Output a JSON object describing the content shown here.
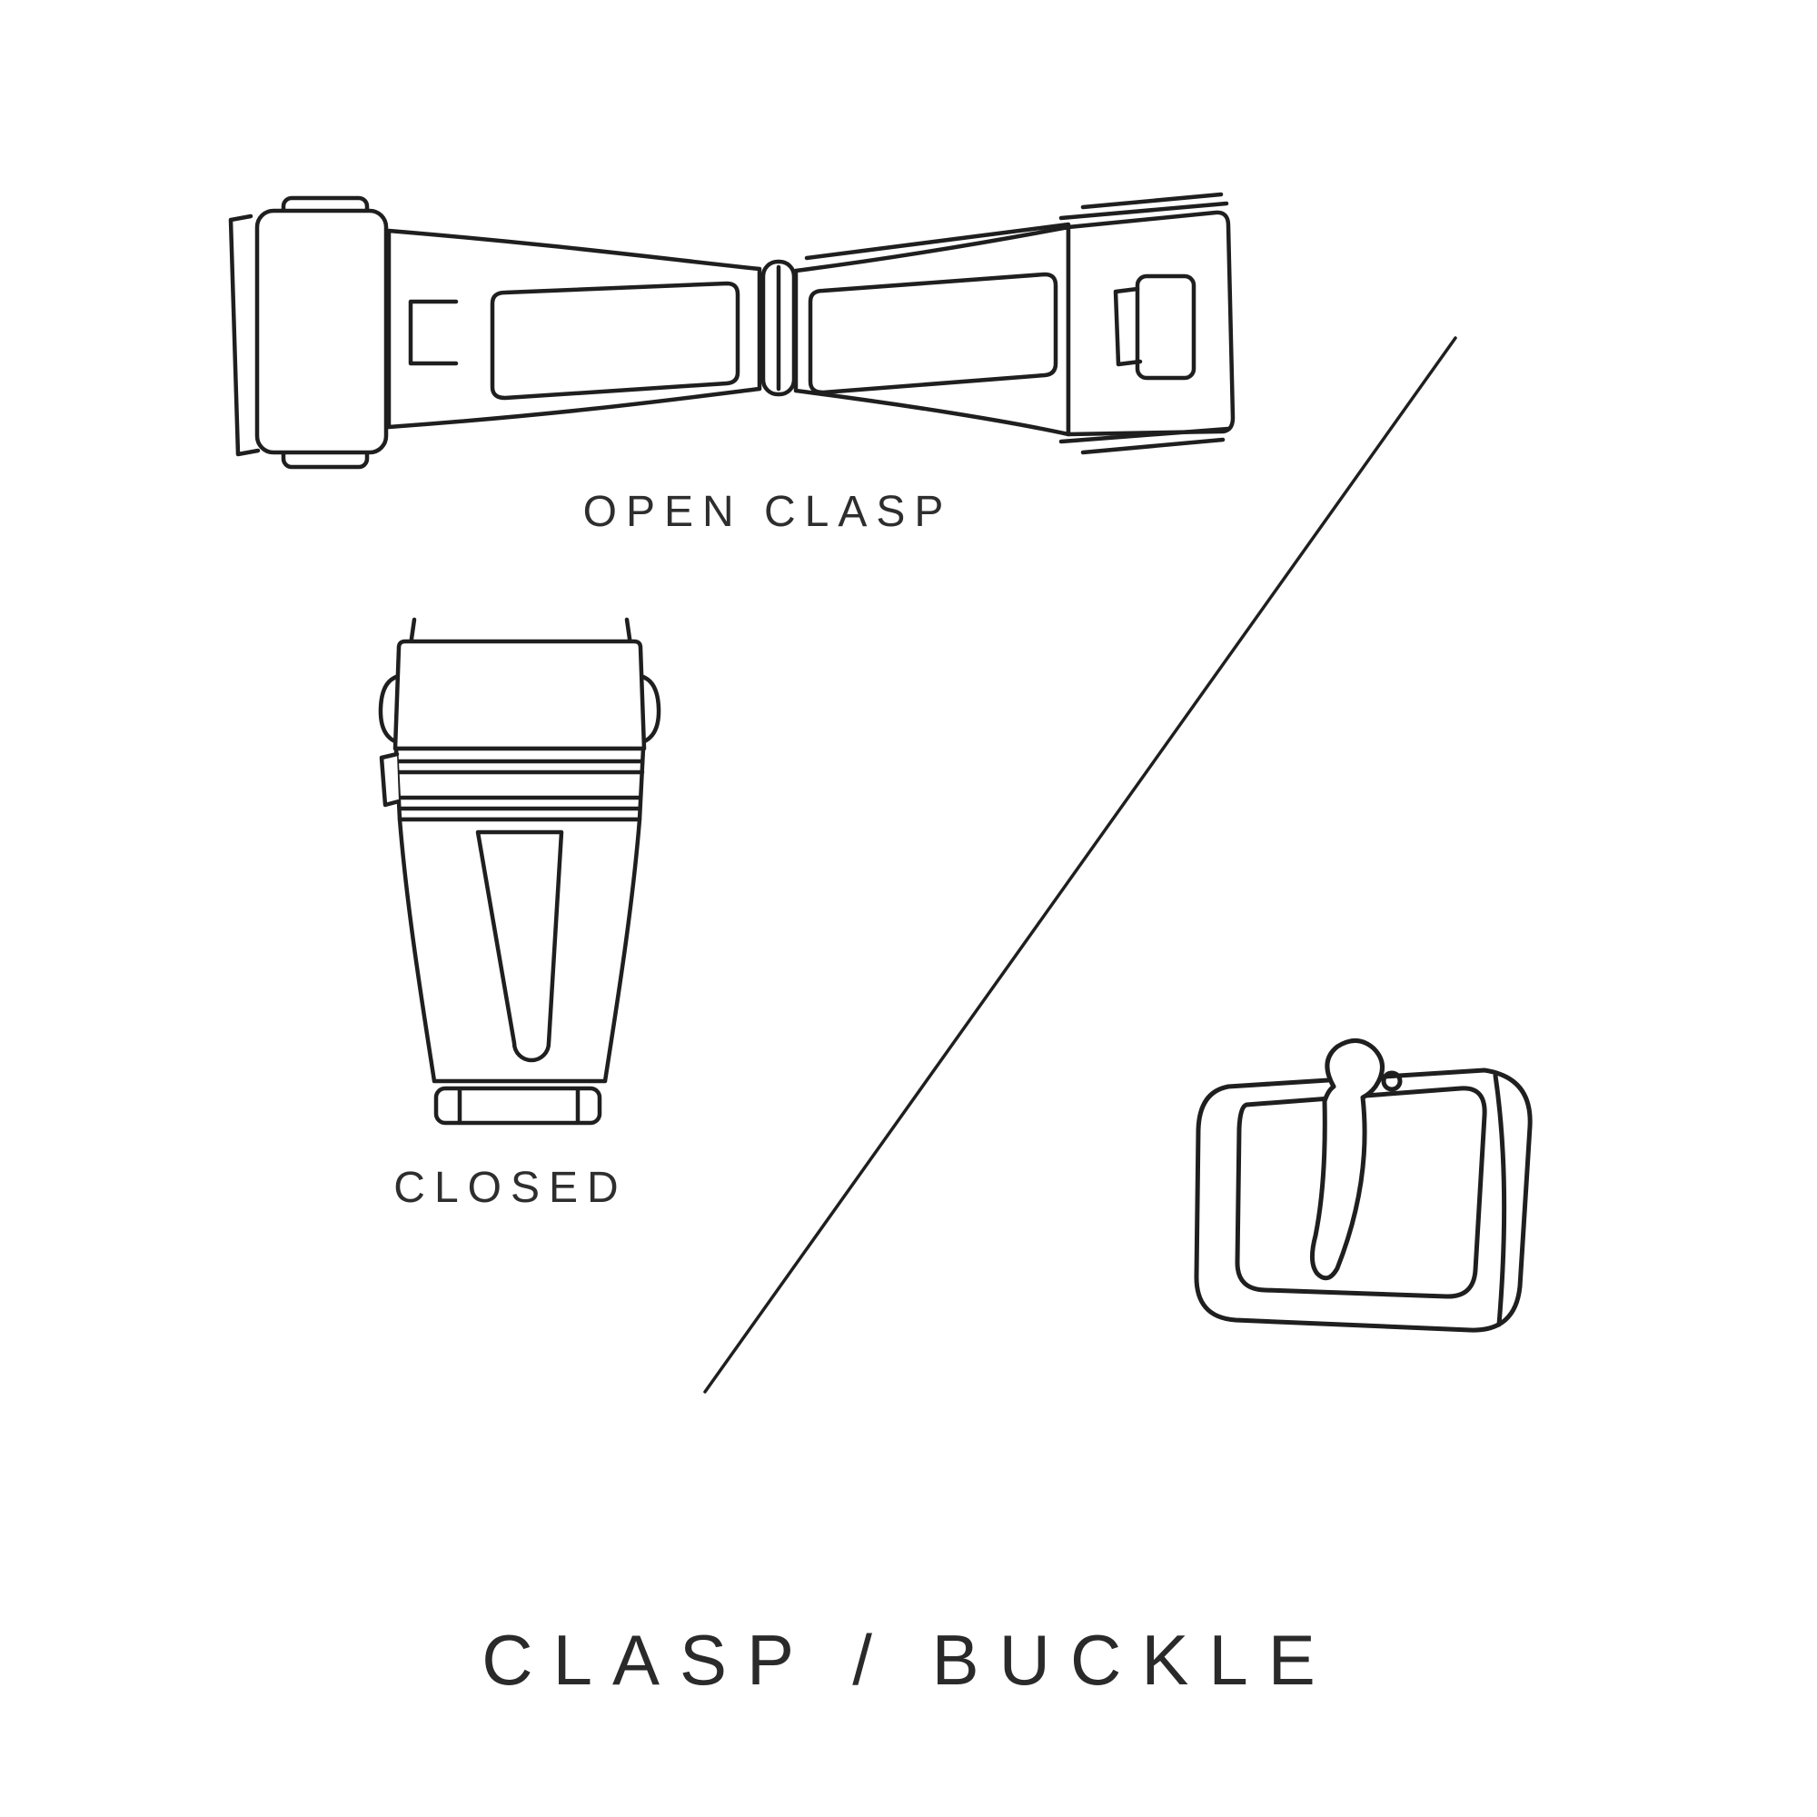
{
  "title": {
    "text": "CLASP / BUCKLE"
  },
  "labels": {
    "open_clasp": "OPEN CLASP",
    "closed": "CLOSED"
  },
  "illustrations": [
    {
      "id": "open-clasp",
      "caption": "OPEN CLASP",
      "description_shown": "deployant clasp shown open"
    },
    {
      "id": "closed-clasp",
      "caption": "CLOSED",
      "description_shown": "deployant clasp shown closed"
    },
    {
      "id": "tang-buckle",
      "caption": "",
      "description_shown": "tang buckle with pin and tongue"
    }
  ],
  "colors": {
    "background": "#ffffff",
    "line": "#1f1f1f",
    "text": "#2e2e2e"
  }
}
